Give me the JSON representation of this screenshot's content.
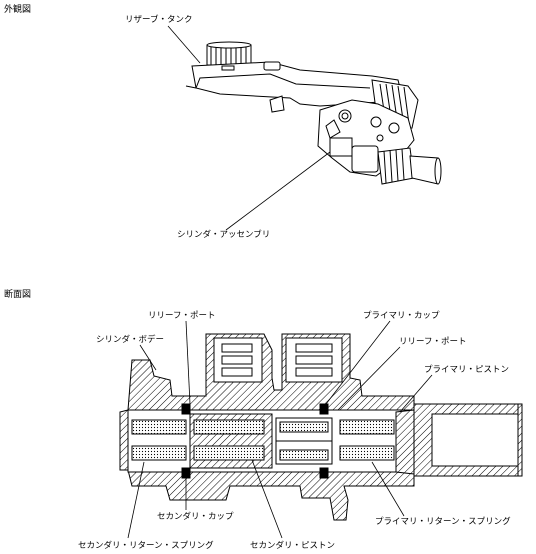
{
  "sections": {
    "exterior": "外観図",
    "cross_section": "断面図"
  },
  "exterior_labels": {
    "reservoir_tank": "リザーブ・タンク",
    "cylinder_assembly": "シリンダ・アッセンブリ"
  },
  "section_labels": {
    "relief_port_left": "リリーフ・ポート",
    "cylinder_body": "シリンダ・ボデー",
    "primary_cup": "プライマリ・カップ",
    "relief_port_right": "リリーフ・ポート",
    "primary_piston": "プライマリ・ピストン",
    "secondary_cup": "セカンダリ・カップ",
    "primary_return_spring": "プライマリ・リターン・スプリング",
    "secondary_return_spring": "セカンダリ・リターン・スプリング",
    "secondary_piston": "セカンダリ・ピストン"
  }
}
